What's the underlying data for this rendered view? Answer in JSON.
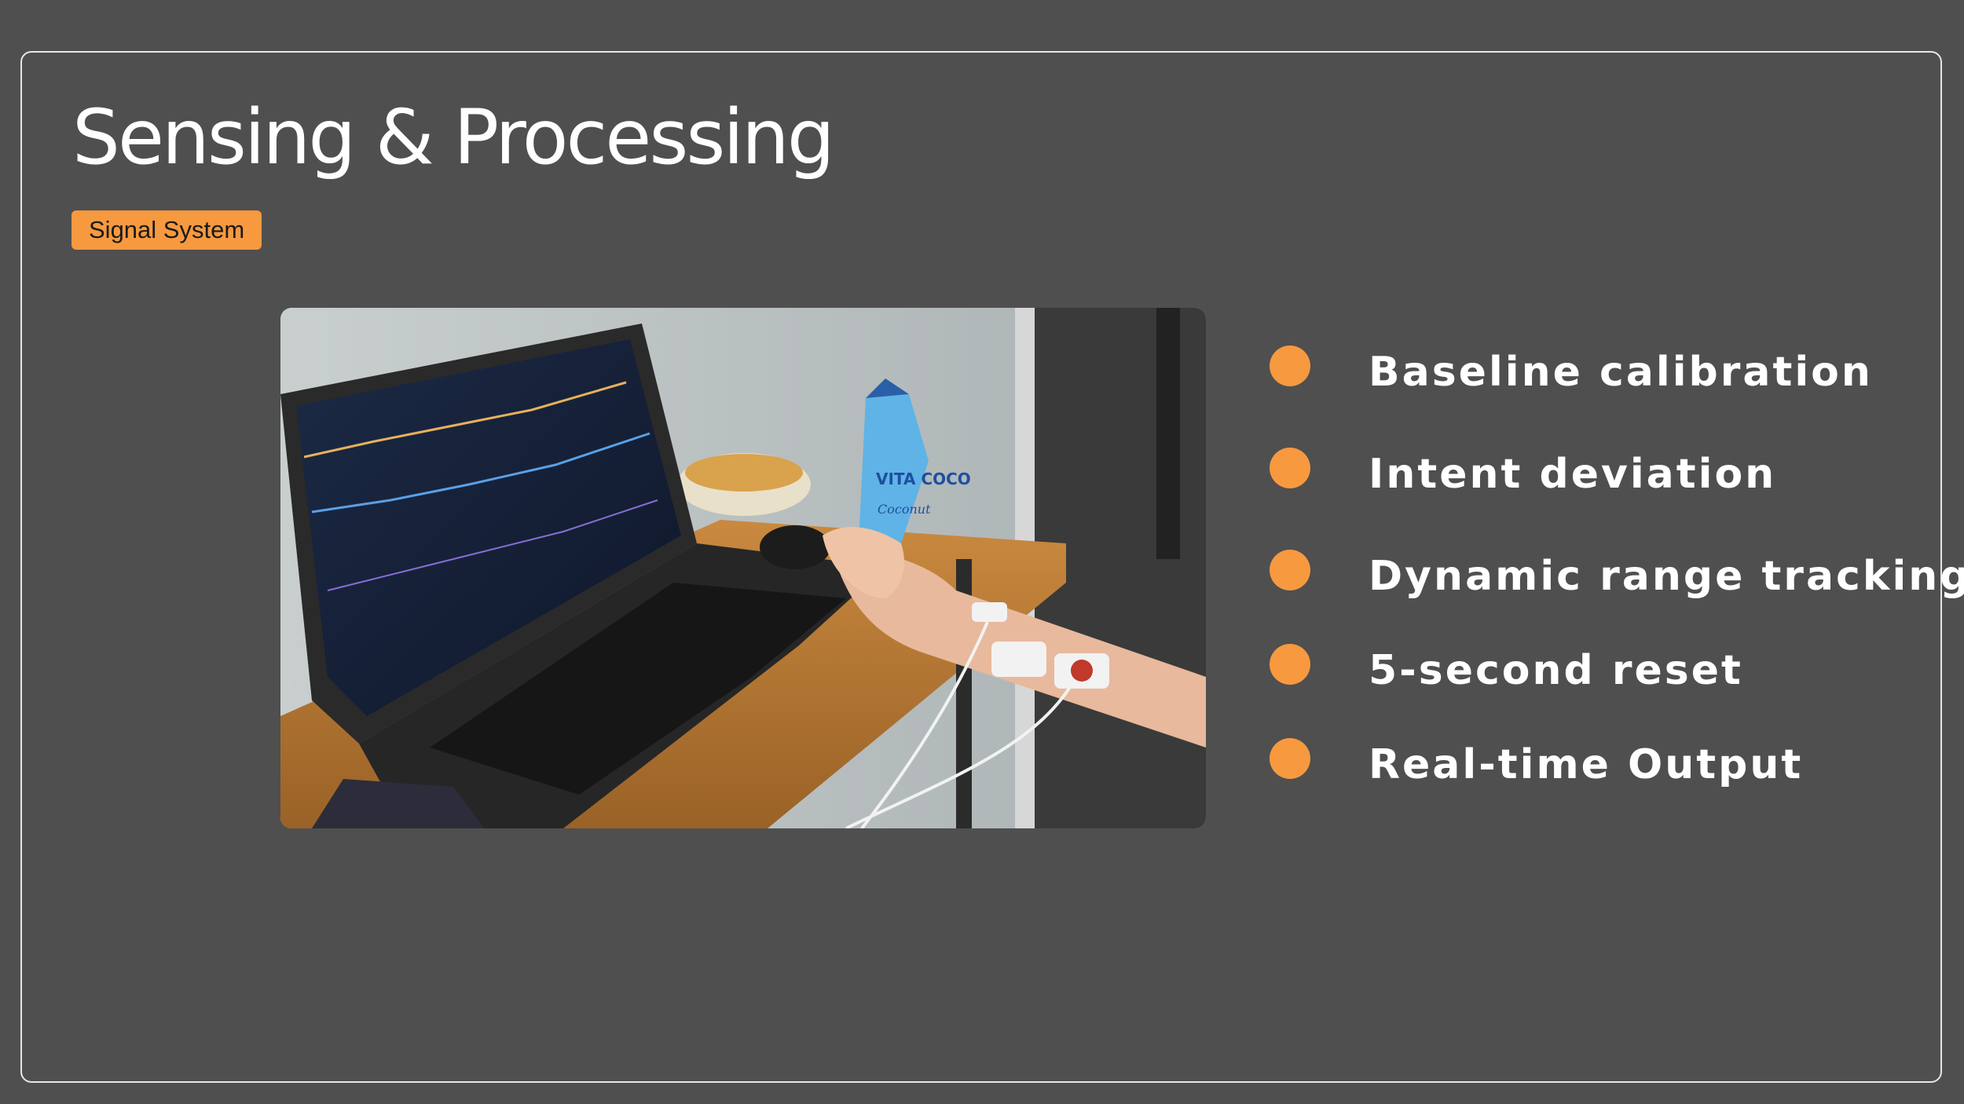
{
  "slide": {
    "title": "Sensing & Processing",
    "tag": "Signal System",
    "photo": {
      "carton_brand": "VITA COCO",
      "carton_flavor": "Coconut"
    },
    "bullets": [
      {
        "label": "Baseline calibration"
      },
      {
        "label": "Intent deviation"
      },
      {
        "label": "Dynamic range tracking"
      },
      {
        "label": "5-second reset"
      },
      {
        "label": "Real-time Output"
      }
    ]
  },
  "colors": {
    "background": "#4f4f4f",
    "accent": "#f7993f",
    "text": "#ffffff",
    "frame": "#e6e6e6"
  }
}
